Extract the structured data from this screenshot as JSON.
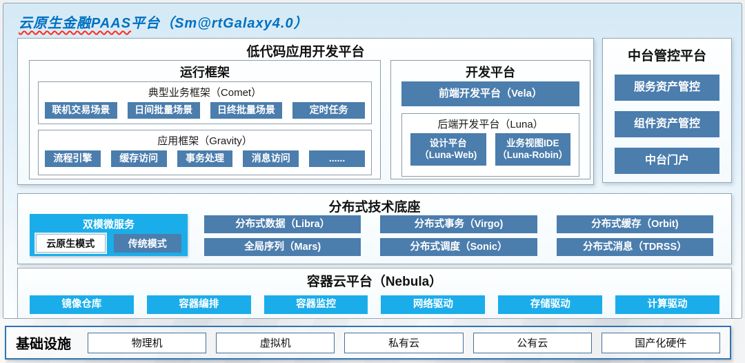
{
  "title": {
    "part1": "云原生金融PAAS",
    "part2": "平台（Sm@rtGalaxy4.0）"
  },
  "colors": {
    "title_blue": "#0070c0",
    "steel_blue": "#4b7dad",
    "bright_cyan": "#1badea",
    "page_bg": "#d5eaf6",
    "infra_border": "#2e74b5"
  },
  "lowcode": {
    "title": "低代码应用开发平台",
    "runtime": {
      "title": "运行框架",
      "comet": {
        "title": "典型业务框架（Comet）",
        "items": [
          "联机交易场景",
          "日间批量场景",
          "日终批量场景",
          "定时任务"
        ]
      },
      "gravity": {
        "title": "应用框架（Gravity）",
        "items": [
          "流程引擎",
          "缓存访问",
          "事务处理",
          "消息访问",
          "......"
        ]
      }
    },
    "dev": {
      "title": "开发平台",
      "vela": "前端开发平台（Vela）",
      "luna": {
        "title": "后端开发平台（Luna）",
        "items": [
          {
            "line1": "设计平台",
            "line2": "（Luna-Web)"
          },
          {
            "line1": "业务视图IDE",
            "line2": "（Luna-Robin）"
          }
        ]
      }
    }
  },
  "midplatform": {
    "title": "中台管控平台",
    "items": [
      "服务资产管控",
      "组件资产管控",
      "中台门户"
    ]
  },
  "distributed": {
    "title": "分布式技术底座",
    "dual_mode": {
      "title": "双模微服务",
      "modes": [
        "云原生模式",
        "传统模式"
      ]
    },
    "rows": [
      [
        "分布式数据（Libra）",
        "分布式事务（Virgo)",
        "分布式缓存（Orbit)"
      ],
      [
        "全局序列（Mars)",
        "分布式调度（Sonic）",
        "分布式消息（TDRSS）"
      ]
    ]
  },
  "container": {
    "title": "容器云平台（Nebula）",
    "items": [
      "镜像仓库",
      "容器编排",
      "容器监控",
      "网络驱动",
      "存储驱动",
      "计算驱动"
    ]
  },
  "infrastructure": {
    "title": "基础设施",
    "items": [
      "物理机",
      "虚拟机",
      "私有云",
      "公有云",
      "国产化硬件"
    ]
  }
}
